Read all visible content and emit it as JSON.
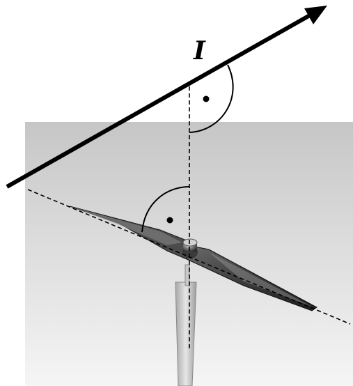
{
  "figure": {
    "current_label": "I",
    "colors": {
      "background": "#ffffff",
      "wire": "#000000",
      "guide_lines": "#000000",
      "photo_top": "#c9c9c9",
      "photo_bottom": "#f4f4f4",
      "needle_dark": "#2b2b2b",
      "needle_light": "#8e8e8e",
      "stand": "#bdbdbd"
    },
    "icons": {
      "current_arrow": "arrow-icon",
      "right_angle_marks": "right-angle-icon"
    },
    "angles": {
      "wire_to_vertical_deg": 90,
      "needle_to_vertical_deg": 90
    }
  }
}
